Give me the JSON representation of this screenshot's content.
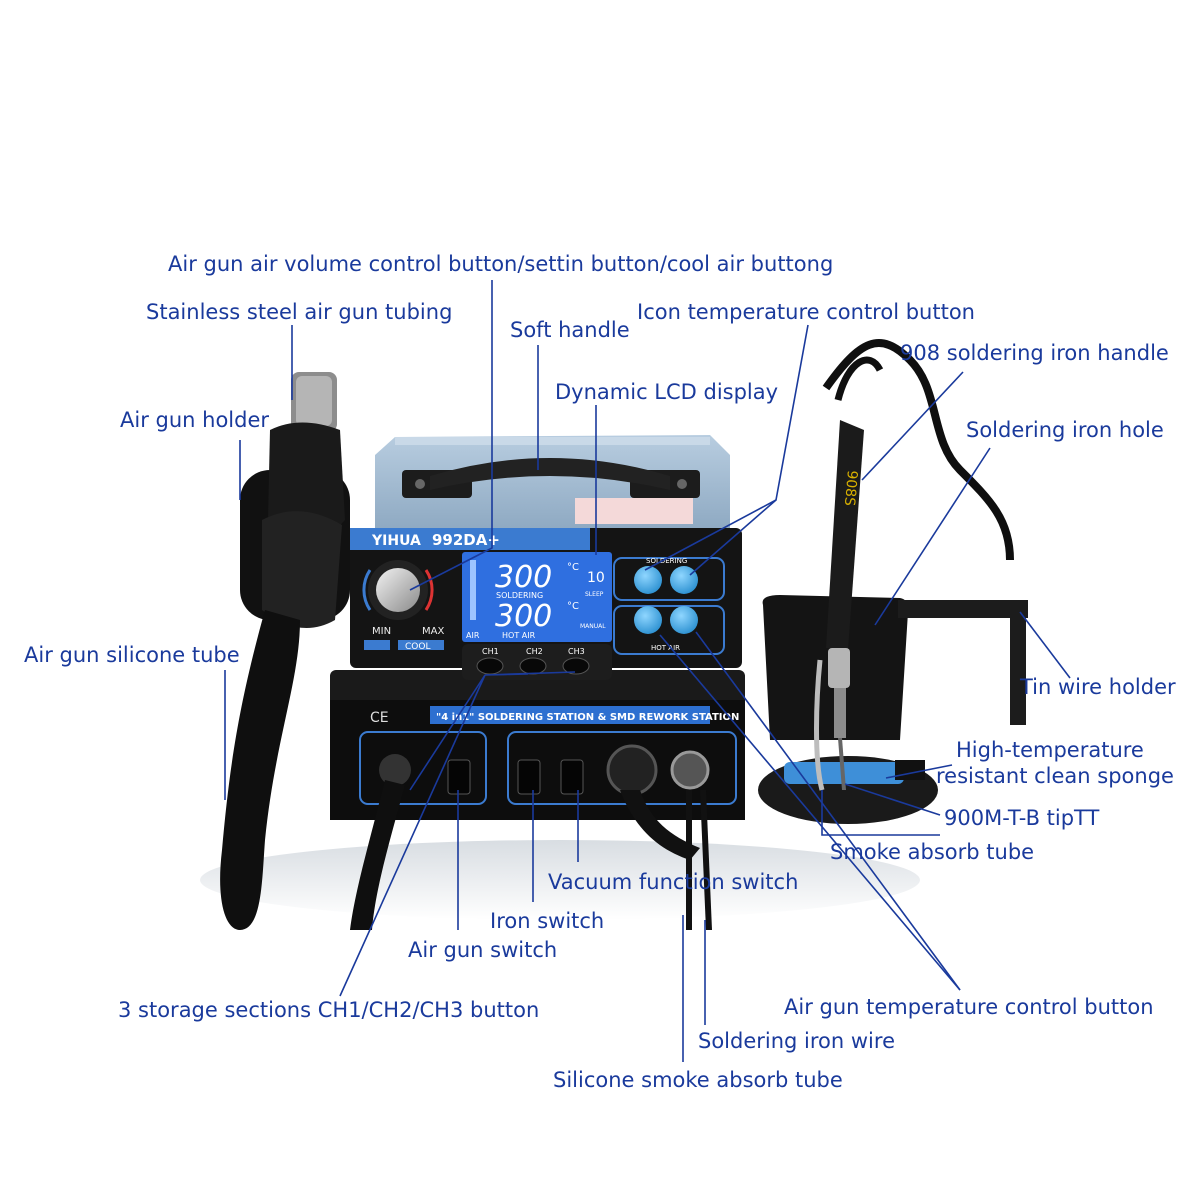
{
  "labels": {
    "air_volume": "Air gun air volume control button/settin button/cool air buttong",
    "steel_tubing": "Stainless steel air gun tubing",
    "soft_handle": "Soft handle",
    "icon_temp": "Icon temperature control button",
    "handle_908": "908 soldering iron handle",
    "lcd": "Dynamic LCD display",
    "gun_holder": "Air gun holder",
    "iron_hole": "Soldering iron hole",
    "silicone_tube": "Air gun silicone tube",
    "tin_holder": "Tin wire holder",
    "sponge_1": "High-temperature",
    "sponge_2": "resistant clean sponge",
    "tip": "900M-T-B tipTT",
    "smoke_tube": "Smoke absorb tube",
    "vacuum_switch": "Vacuum function switch",
    "iron_switch": "Iron switch",
    "gun_switch": "Air gun switch",
    "storage": "3 storage sections CH1/CH2/CH3 button",
    "gun_temp": "Air gun temperature control button",
    "iron_wire": "Soldering iron wire",
    "silicone_smoke": "Silicone smoke absorb tube"
  },
  "device": {
    "brand": "YIHUA",
    "model": "992DA+",
    "lcd_top_value": "300",
    "lcd_top_unit": "°C",
    "lcd_top_label": "SOLDERING",
    "lcd_sleep_value": "10",
    "lcd_sleep_label": "SLEEP",
    "lcd_bottom_value": "300",
    "lcd_bottom_unit": "°C",
    "lcd_bottom_label": "HOT AIR",
    "lcd_manual": "MANUAL",
    "lcd_air": "AIR",
    "knob_min": "MIN",
    "knob_max": "MAX",
    "cool_label": "COOL",
    "ch1": "CH1",
    "ch2": "CH2",
    "ch3": "CH3",
    "soldering_group": "SOLDERING",
    "hot_air_group": "HOT AIR",
    "banner": "\"4 in1\" SOLDERING STATION & SMD REWORK STATION",
    "ce_mark": "CE",
    "iron_model": "908S"
  },
  "colors": {
    "label_text": "#1a3a9c",
    "leader_line": "#1a3a9c",
    "body_top": "#9fb8cf",
    "panel_black": "#141414",
    "lcd_blue": "#2f6fe0",
    "button_blue": "#3fa9e6"
  }
}
